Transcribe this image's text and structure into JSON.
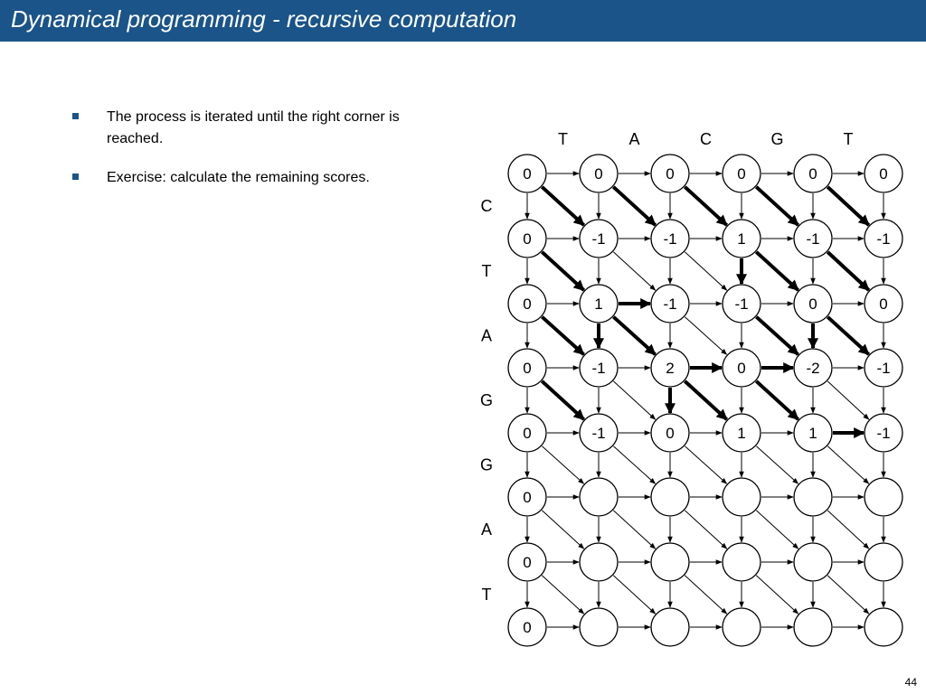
{
  "slide": {
    "title": "Dynamical programming - recursive computation",
    "page_number": "44",
    "bullets": [
      "The process is iterated until the right corner is reached.",
      "Exercise: calculate the remaining scores."
    ]
  },
  "colors": {
    "title_bar": "#1a5489",
    "bullet": "#1a5489"
  },
  "grid": {
    "top_sequence": [
      "T",
      "A",
      "C",
      "G",
      "T"
    ],
    "left_sequence": [
      "C",
      "T",
      "A",
      "G",
      "G",
      "A",
      "T"
    ],
    "scores": [
      [
        "0",
        "0",
        "0",
        "0",
        "0",
        "0"
      ],
      [
        "0",
        "-1",
        "-1",
        "1",
        "-1",
        "-1"
      ],
      [
        "0",
        "1",
        "-1",
        "-1",
        "0",
        "0"
      ],
      [
        "0",
        "-1",
        "2",
        "0",
        "-2",
        "-1"
      ],
      [
        "0",
        "-1",
        "0",
        "1",
        "1",
        "-1"
      ],
      [
        "0",
        "",
        "",
        "",
        "",
        ""
      ],
      [
        "0",
        "",
        "",
        "",
        "",
        ""
      ],
      [
        "0",
        "",
        "",
        "",
        "",
        ""
      ]
    ],
    "bold_arrows": [
      {
        "from": [
          0,
          0
        ],
        "to": [
          1,
          1
        ]
      },
      {
        "from": [
          0,
          1
        ],
        "to": [
          1,
          2
        ]
      },
      {
        "from": [
          0,
          2
        ],
        "to": [
          1,
          3
        ]
      },
      {
        "from": [
          0,
          3
        ],
        "to": [
          1,
          4
        ]
      },
      {
        "from": [
          0,
          4
        ],
        "to": [
          1,
          5
        ]
      },
      {
        "from": [
          1,
          0
        ],
        "to": [
          2,
          1
        ]
      },
      {
        "from": [
          1,
          3
        ],
        "to": [
          2,
          3
        ]
      },
      {
        "from": [
          1,
          3
        ],
        "to": [
          2,
          4
        ]
      },
      {
        "from": [
          1,
          4
        ],
        "to": [
          2,
          5
        ]
      },
      {
        "from": [
          2,
          1
        ],
        "to": [
          2,
          2
        ]
      },
      {
        "from": [
          2,
          0
        ],
        "to": [
          3,
          1
        ]
      },
      {
        "from": [
          2,
          1
        ],
        "to": [
          3,
          1
        ]
      },
      {
        "from": [
          2,
          1
        ],
        "to": [
          3,
          2
        ]
      },
      {
        "from": [
          2,
          3
        ],
        "to": [
          3,
          4
        ]
      },
      {
        "from": [
          2,
          4
        ],
        "to": [
          3,
          4
        ]
      },
      {
        "from": [
          2,
          4
        ],
        "to": [
          3,
          5
        ]
      },
      {
        "from": [
          3,
          2
        ],
        "to": [
          3,
          3
        ]
      },
      {
        "from": [
          3,
          3
        ],
        "to": [
          3,
          4
        ]
      },
      {
        "from": [
          3,
          0
        ],
        "to": [
          4,
          1
        ]
      },
      {
        "from": [
          3,
          2
        ],
        "to": [
          4,
          2
        ]
      },
      {
        "from": [
          3,
          2
        ],
        "to": [
          4,
          3
        ]
      },
      {
        "from": [
          3,
          3
        ],
        "to": [
          4,
          4
        ]
      },
      {
        "from": [
          4,
          4
        ],
        "to": [
          4,
          5
        ]
      }
    ]
  }
}
